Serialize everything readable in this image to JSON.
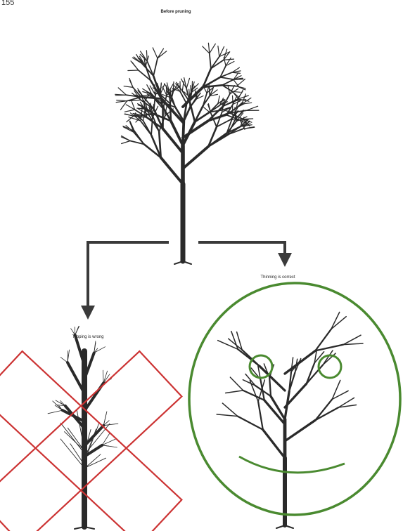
{
  "page_number": "155",
  "labels": {
    "before": "Before pruning",
    "topping": "Topping is wrong",
    "thinning": "Thinning is correct"
  },
  "colors": {
    "branches": "#2a2a2a",
    "arrows": "#3a3a3a",
    "wrong": "#cc3333",
    "correct": "#4a8a30"
  }
}
